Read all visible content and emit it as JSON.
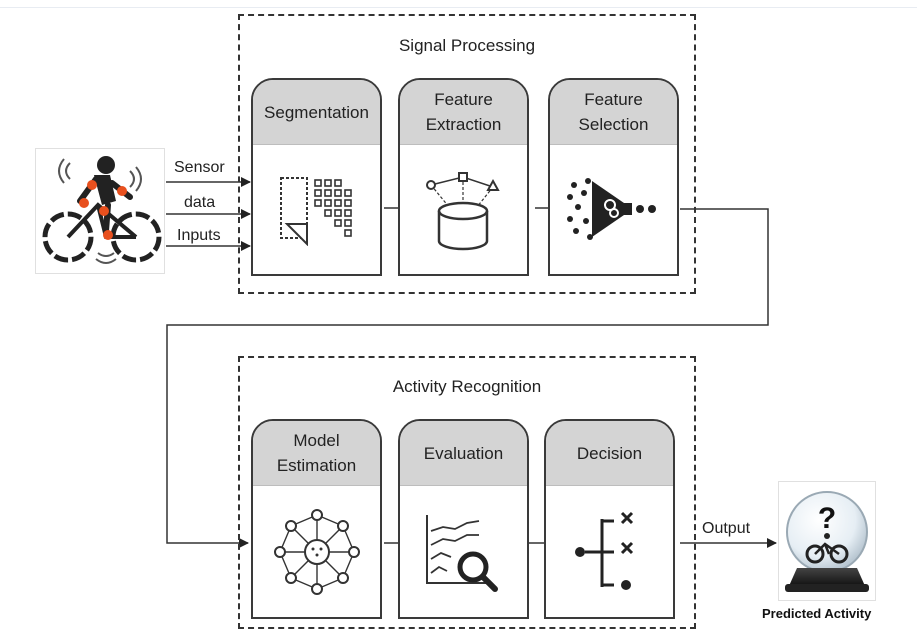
{
  "signal_processing": {
    "title": "Signal Processing",
    "blocks": [
      {
        "label": "Segmentation",
        "icon": "segmentation-icon"
      },
      {
        "label": "Feature Extraction",
        "icon": "database-nodes-icon"
      },
      {
        "label": "Feature Selection",
        "icon": "funnel-icon"
      }
    ]
  },
  "activity_recognition": {
    "title": "Activity Recognition",
    "blocks": [
      {
        "label": "Model Estimation",
        "icon": "neural-network-icon"
      },
      {
        "label": "Evaluation",
        "icon": "chart-magnifier-icon"
      },
      {
        "label": "Decision",
        "icon": "decision-tree-icon"
      }
    ]
  },
  "inputs": {
    "labels": [
      "Sensor",
      "data",
      "Inputs"
    ],
    "icon": "cyclist-sensor-icon"
  },
  "output": {
    "label": "Output",
    "result_label": "Predicted Activity",
    "icon": "crystal-ball-bike-icon"
  },
  "colors": {
    "header_gray": "#d4d4d4",
    "sensor_orange": "#e8501e",
    "line": "#333333"
  }
}
